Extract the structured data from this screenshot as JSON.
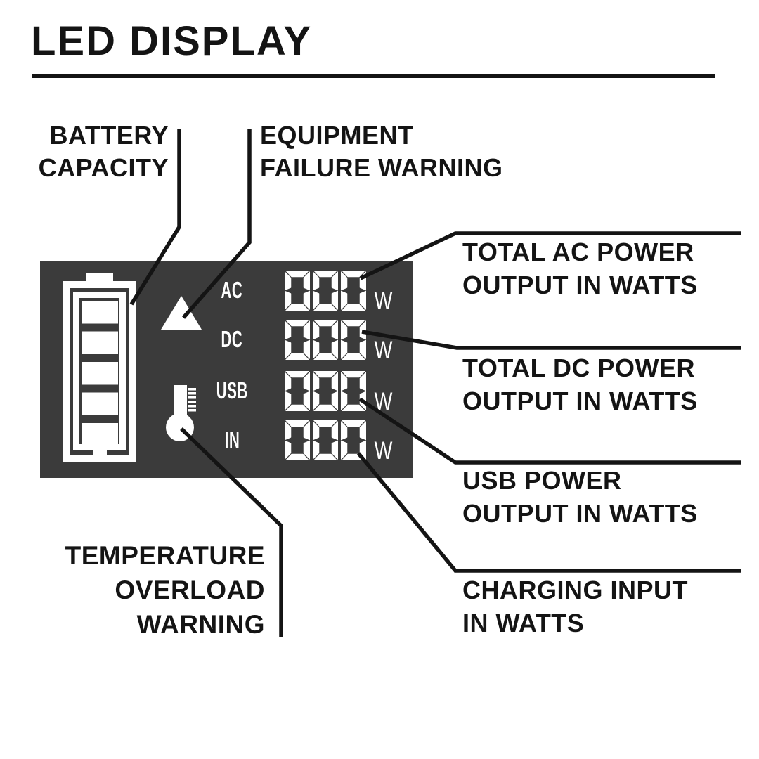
{
  "title": "LED DISPLAY",
  "display": {
    "rows": [
      {
        "label": "AC",
        "value": "000",
        "unit": "W"
      },
      {
        "label": "DC",
        "value": "000",
        "unit": "W"
      },
      {
        "label": "USB",
        "value": "000",
        "unit": "W"
      },
      {
        "label": "IN",
        "value": "000",
        "unit": "W"
      }
    ],
    "icons": [
      "battery-gauge-icon",
      "warning-triangle-icon",
      "thermometer-icon"
    ]
  },
  "callouts": {
    "battery_capacity": {
      "line1": "BATTERY",
      "line2": "CAPACITY"
    },
    "equipment_failure": {
      "line1": "EQUIPMENT",
      "line2": "FAILURE WARNING"
    },
    "temperature_overload": {
      "line1": "TEMPERATURE",
      "line2": "OVERLOAD",
      "line3": "WARNING"
    },
    "total_ac": {
      "line1": "TOTAL AC POWER",
      "line2": "OUTPUT IN WATTS"
    },
    "total_dc": {
      "line1": "TOTAL DC POWER",
      "line2": "OUTPUT IN WATTS"
    },
    "usb_power": {
      "line1": "USB POWER",
      "line2": "OUTPUT IN WATTS"
    },
    "charging_input": {
      "line1": "CHARGING INPUT",
      "line2": "IN WATTS"
    }
  },
  "colors": {
    "panel_bg": "#3b3b3b",
    "ink": "#141414",
    "display_fg": "#ffffff"
  }
}
